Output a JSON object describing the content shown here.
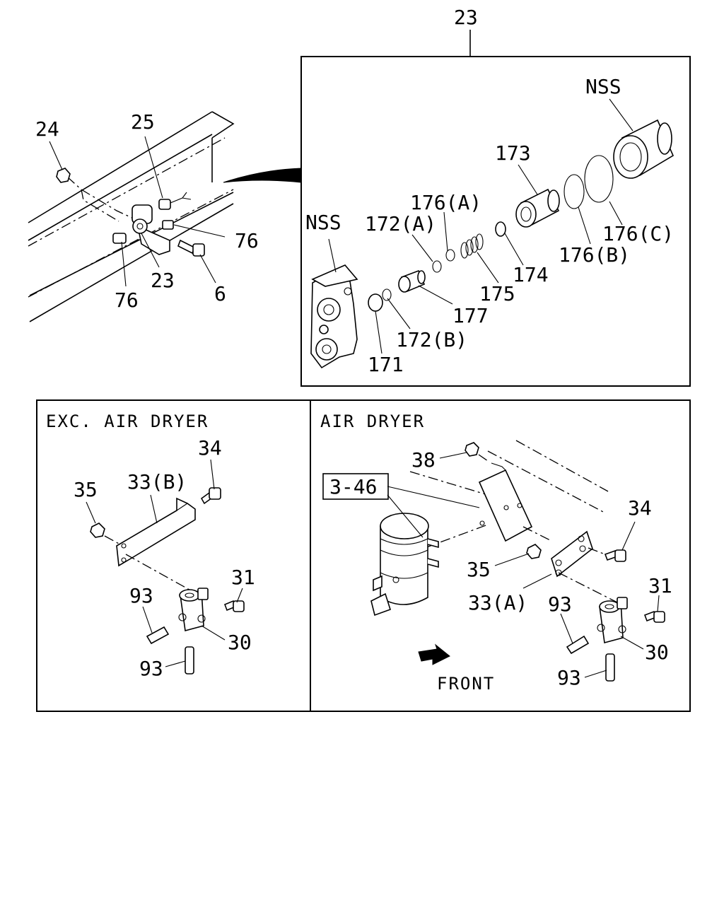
{
  "callouts": {
    "top_ref": "23",
    "l24": "24",
    "l25": "25",
    "l76a": "76",
    "l76b": "76",
    "l23": "23",
    "l6": "6",
    "nss_top": "NSS",
    "nss_left": "NSS",
    "l173": "173",
    "l176a": "176(A)",
    "l172a": "172(A)",
    "l176c": "176(C)",
    "l176b": "176(B)",
    "l174": "174",
    "l175": "175",
    "l177": "177",
    "l172b": "172(B)",
    "l171": "171"
  },
  "exc_panel": {
    "caption": "EXC. AIR DRYER",
    "l34": "34",
    "l35": "35",
    "l33b": "33(B)",
    "l31": "31",
    "l93a": "93",
    "l30": "30",
    "l93b": "93"
  },
  "dryer_panel": {
    "caption": "AIR DRYER",
    "l38": "38",
    "ref_346": "3-46",
    "l34": "34",
    "l35": "35",
    "l33a": "33(A)",
    "l31": "31",
    "l93a": "93",
    "l30": "30",
    "l93b": "93",
    "front": "FRONT"
  }
}
